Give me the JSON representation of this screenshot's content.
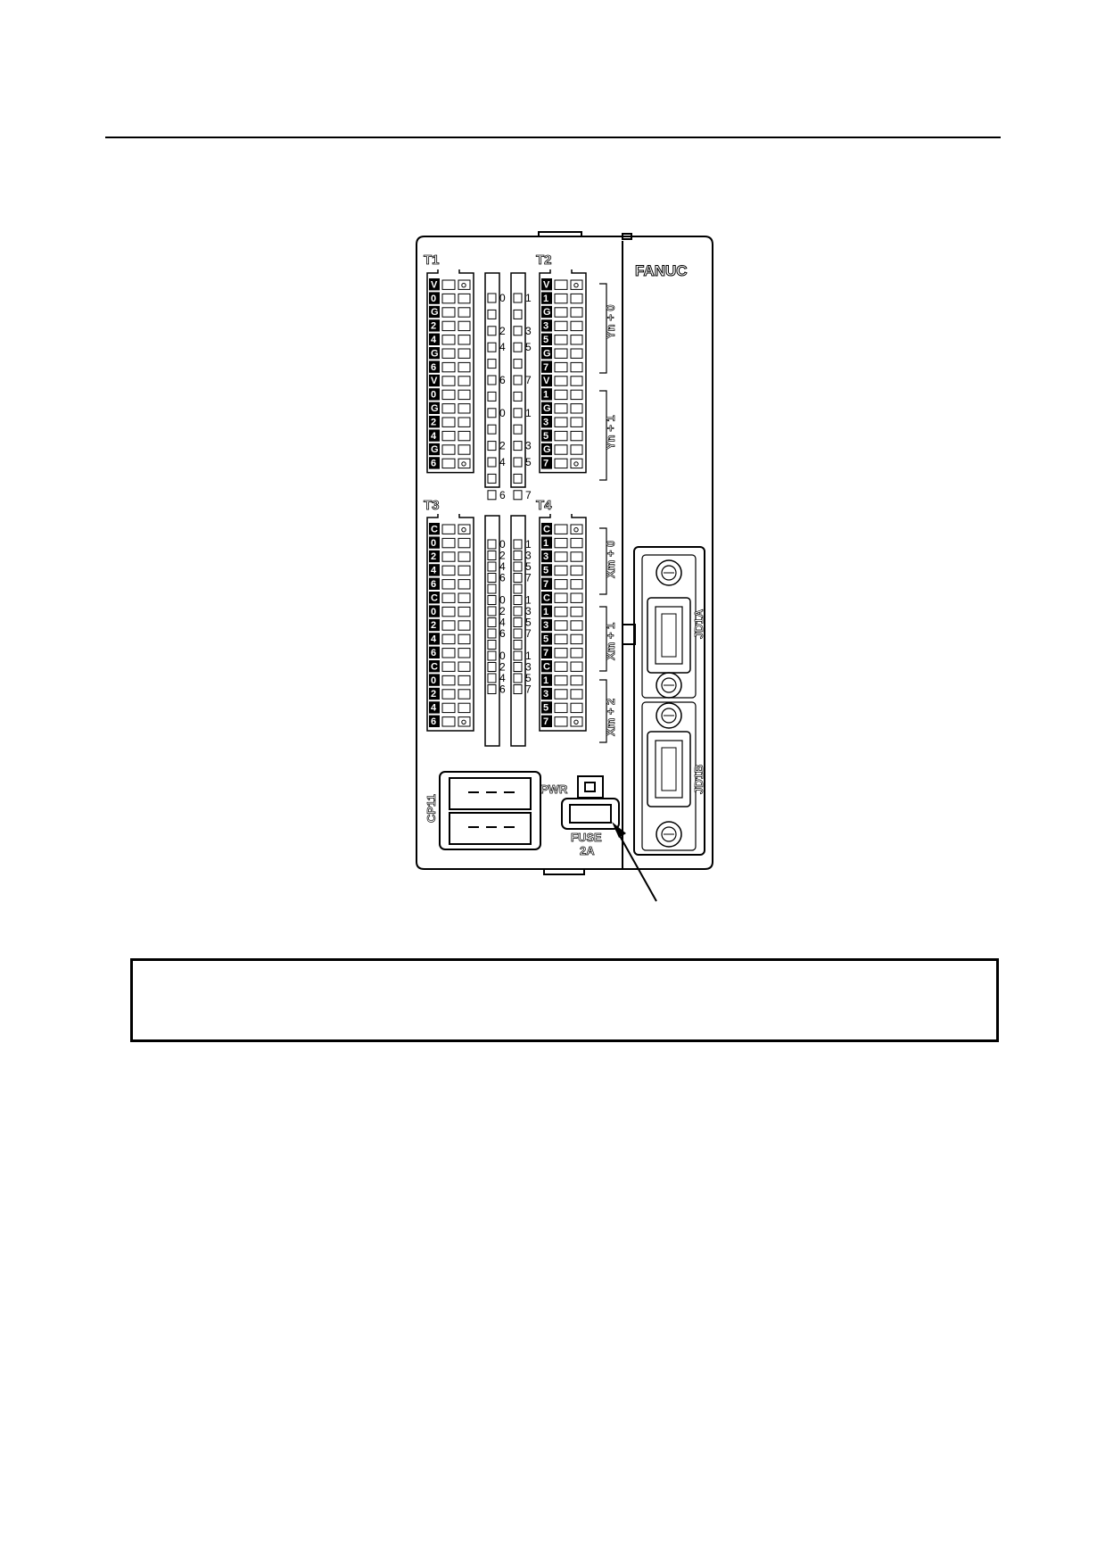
{
  "device": {
    "brand": "FANUC",
    "blocks": {
      "t1": {
        "label": "T1",
        "terminals": [
          "V",
          "0",
          "G",
          "2",
          "4",
          "G",
          "6",
          "V",
          "0",
          "G",
          "2",
          "4",
          "G",
          "6"
        ]
      },
      "t2": {
        "label": "T2",
        "terminals": [
          "V",
          "1",
          "G",
          "3",
          "5",
          "G",
          "7",
          "V",
          "1",
          "G",
          "3",
          "5",
          "G",
          "7"
        ]
      },
      "t3": {
        "label": "T3",
        "terminals": [
          "C",
          "0",
          "2",
          "4",
          "6",
          "C",
          "0",
          "2",
          "4",
          "6",
          "C",
          "0",
          "2",
          "4",
          "6"
        ]
      },
      "t4": {
        "label": "T4",
        "terminals": [
          "C",
          "1",
          "3",
          "5",
          "7",
          "C",
          "1",
          "3",
          "5",
          "7",
          "C",
          "1",
          "3",
          "5",
          "7"
        ]
      }
    },
    "upper_strip_digits": [
      "0",
      "1",
      "",
      "",
      "2",
      "3",
      "4",
      "5",
      "",
      "",
      "6",
      "7",
      "",
      "",
      "0",
      "1",
      "",
      "",
      "2",
      "3",
      "4",
      "5",
      "",
      "",
      "6",
      "7"
    ],
    "lower_strip_digits": [
      "0",
      "1",
      "2",
      "3",
      "4",
      "5",
      "6",
      "7",
      "",
      "",
      "0",
      "1",
      "2",
      "3",
      "4",
      "5",
      "6",
      "7",
      "",
      "",
      "0",
      "1",
      "2",
      "3",
      "4",
      "5",
      "6",
      "7"
    ],
    "groups": {
      "yn0": "Yn + 0",
      "yn1": "Yn + 1",
      "xm0": "Xm + 0",
      "xm1": "Xm + 1",
      "xm2": "Xm + 2"
    },
    "connectors": {
      "cp11": "CP11",
      "jd1a": "JD1A",
      "jd1b": "JD1B"
    },
    "pwr": "PWR",
    "fuse": {
      "label": "FUSE",
      "rating": "2A"
    }
  }
}
